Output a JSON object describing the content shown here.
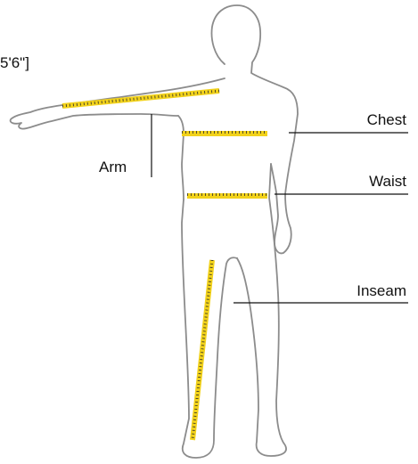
{
  "height_label": "5'6\"]",
  "labels": {
    "arm": "Arm",
    "chest": "Chest",
    "waist": "Waist",
    "inseam": "Inseam"
  },
  "colors": {
    "outline": "#8c8c8c",
    "tape": "#f2d21b",
    "tape_ticks": "#2a2a2a",
    "leader_line": "#111111",
    "text": "#111111"
  }
}
